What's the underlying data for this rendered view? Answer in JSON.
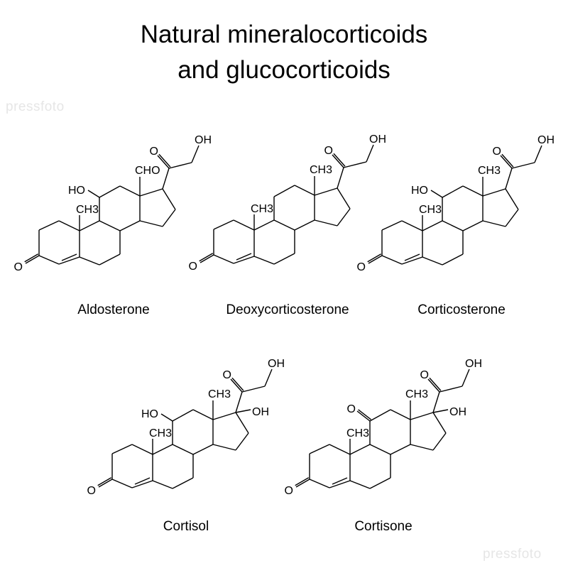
{
  "title": {
    "line1": "Natural mineralocorticoids",
    "line2": "and glucocorticoids"
  },
  "watermark": "pressfoto",
  "molecules": [
    {
      "name": "Aldosterone",
      "c3": "O",
      "c10": "CH3",
      "c11": "HO",
      "c11_type": "hydroxy",
      "c13": "CHO",
      "c17": null,
      "c20": "O",
      "c21": "OH"
    },
    {
      "name": "Deoxycorticosterone",
      "c3": "O",
      "c10": "CH3",
      "c11": null,
      "c11_type": null,
      "c13": "CH3",
      "c17": null,
      "c20": "O",
      "c21": "OH"
    },
    {
      "name": "Corticosterone",
      "c3": "O",
      "c10": "CH3",
      "c11": "HO",
      "c11_type": "hydroxy",
      "c13": "CH3",
      "c17": null,
      "c20": "O",
      "c21": "OH"
    },
    {
      "name": "Cortisol",
      "c3": "O",
      "c10": "CH3",
      "c11": "HO",
      "c11_type": "hydroxy",
      "c13": "CH3",
      "c17": "OH",
      "c20": "O",
      "c21": "OH"
    },
    {
      "name": "Cortisone",
      "c3": "O",
      "c10": "CH3",
      "c11": "O",
      "c11_type": "keto",
      "c13": "CH3",
      "c17": "OH",
      "c20": "O",
      "c21": "OH"
    }
  ]
}
